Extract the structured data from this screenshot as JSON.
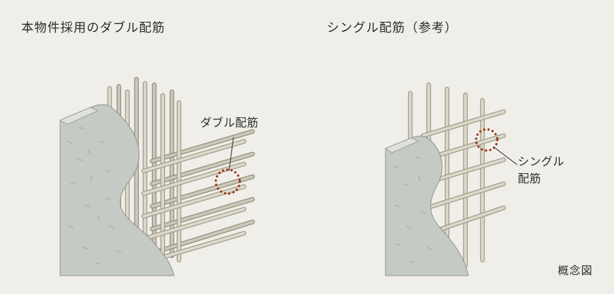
{
  "page": {
    "caption": "概念図"
  },
  "left_figure": {
    "title": "本物件採用のダブル配筋",
    "callout": "ダブル配筋"
  },
  "right_figure": {
    "title": "シングル配筋（参考）",
    "callout": "シングル配筋"
  },
  "colors": {
    "background": "#f0eee9",
    "text": "#2e2c29",
    "accent": "#9c3318",
    "concrete": "#c6cac4",
    "concrete_top": "#dfe2dc",
    "concrete_edge": "#8f948e",
    "speckle": "#a3a8a1",
    "rod_fill": "#ddd9ca",
    "rod_edge": "#a39e8f",
    "rod_fill_back": "#cdc9ba",
    "rod_edge_back": "#969182",
    "leader": "#4a4a4a"
  }
}
